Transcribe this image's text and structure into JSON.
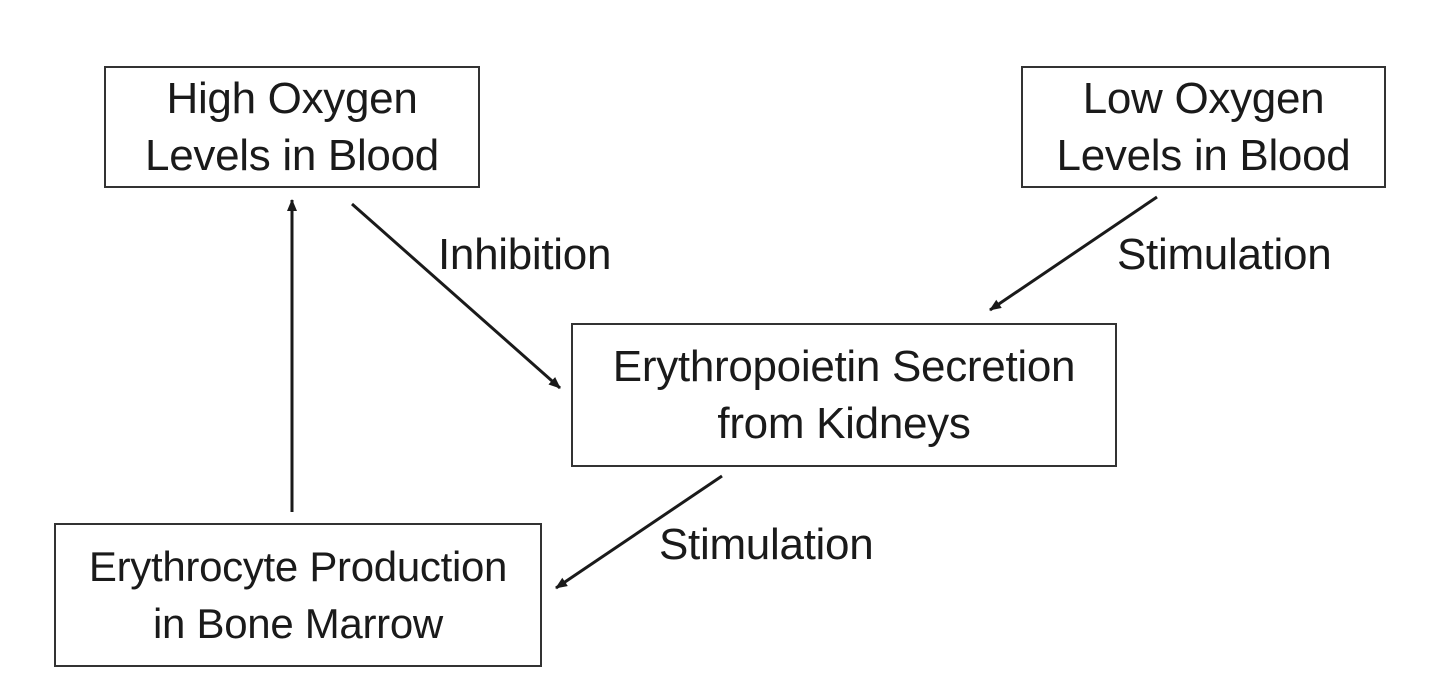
{
  "nodes": {
    "high_oxygen": {
      "line1": "High Oxygen",
      "line2": "Levels in Blood"
    },
    "low_oxygen": {
      "line1": "Low Oxygen",
      "line2": "Levels in Blood"
    },
    "epo_secretion": {
      "line1": "Erythropoietin Secretion",
      "line2": "from Kidneys"
    },
    "erythrocyte_production": {
      "line1": "Erythrocyte Production",
      "line2": "in Bone Marrow"
    }
  },
  "edges": {
    "high_to_epo": "Inhibition",
    "low_to_epo": "Stimulation",
    "epo_to_erythrocyte": "Stimulation"
  },
  "colors": {
    "stroke": "#1a1a1a",
    "box_border": "#333333"
  }
}
